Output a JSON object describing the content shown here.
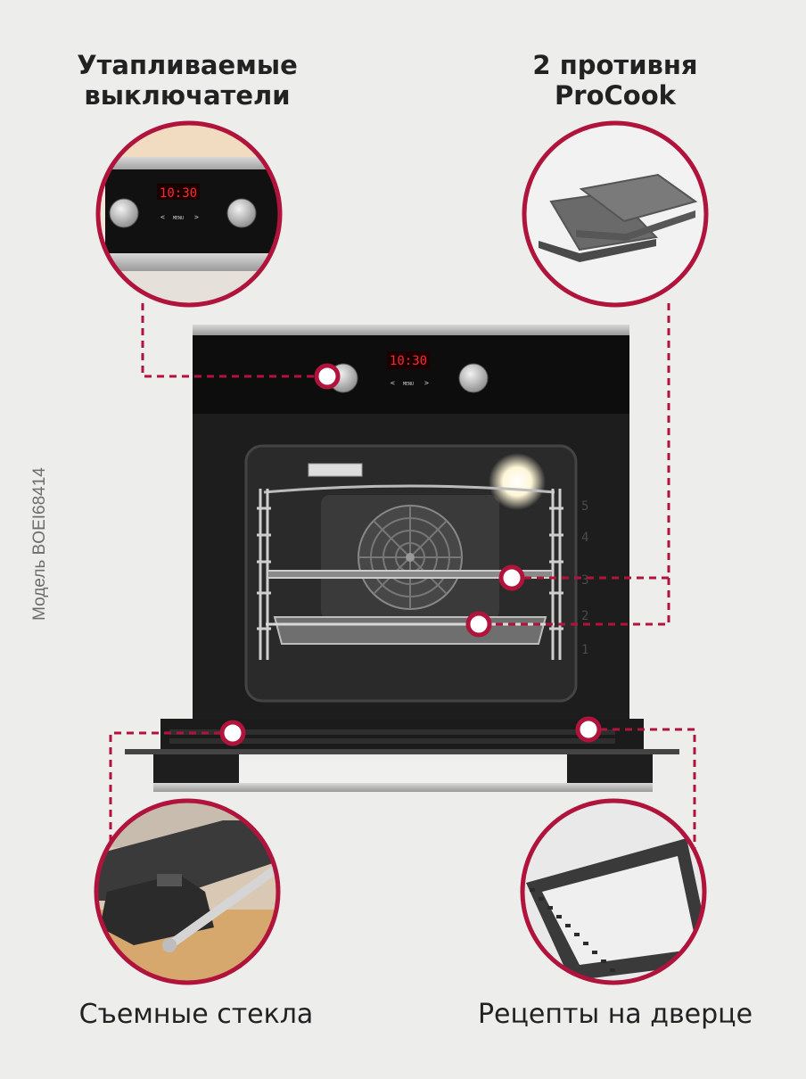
{
  "labels": {
    "switches": [
      "Утапливаемые",
      "выключатели"
    ],
    "trays": [
      "2 противня",
      "ProCook"
    ],
    "glass": "Съемные стекла",
    "recipes": "Рецепты на дверце"
  },
  "model": "Модель BOEI68414",
  "display": {
    "time": "10:30",
    "menu": "MENU",
    "left": "<",
    "right": ">"
  },
  "rack_levels": [
    "1",
    "2",
    "3",
    "4",
    "5"
  ],
  "colors": {
    "accent": "#b0143c",
    "background": "#ededeb",
    "display_red": "#ff2a2a",
    "panel_black": "#0d0d0d"
  }
}
